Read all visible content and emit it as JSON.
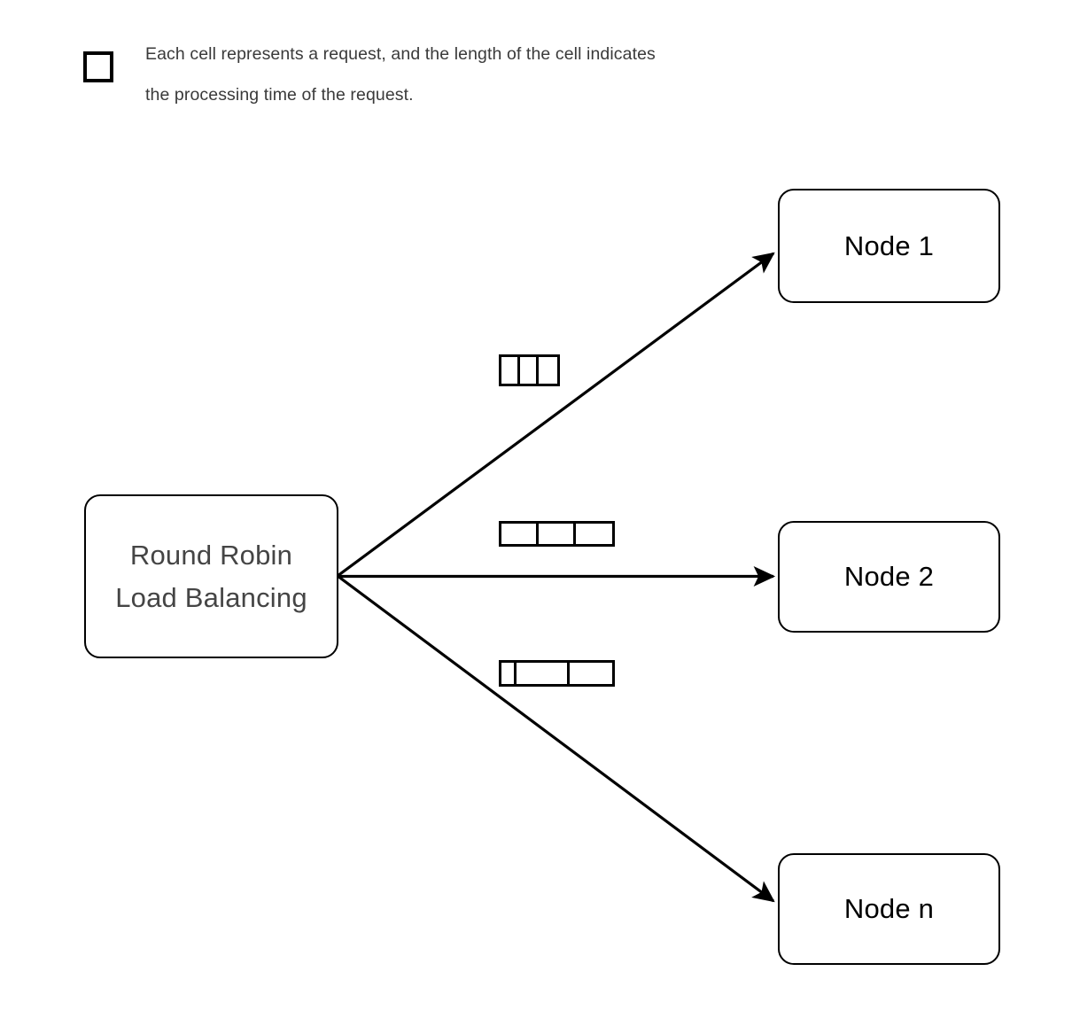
{
  "diagram": {
    "type": "flow-diagram",
    "title": "Round Robin Load Balancing",
    "background_color": "#ffffff",
    "stroke_color": "#000000",
    "legend": {
      "swatch_icon": "square-outline-icon",
      "caption": "Each cell represents a request, and the length of the cell indicates\nthe processing time of the request.",
      "text_color": "#3a3a3a"
    },
    "source": {
      "label_line1": "Round Robin",
      "label_line2": "Load Balancing",
      "text_color": "#454545"
    },
    "nodes": [
      {
        "id": "node-1",
        "label": "Node 1"
      },
      {
        "id": "node-2",
        "label": "Node 2"
      },
      {
        "id": "node-n",
        "label": "Node n"
      }
    ],
    "edges": [
      {
        "from": "Round Robin Load Balancing",
        "to": "Node 1",
        "direction": "up-right",
        "arrowhead": true
      },
      {
        "from": "Round Robin Load Balancing",
        "to": "Node 2",
        "direction": "right",
        "arrowhead": true
      },
      {
        "from": "Round Robin Load Balancing",
        "to": "Node n",
        "direction": "down-right",
        "arrowhead": true
      }
    ],
    "queues": [
      {
        "id": "queue-node-1",
        "for_node": "Node 1",
        "cell_count": 3,
        "cell_widths": [
          23,
          23,
          23
        ],
        "total_width": 69
      },
      {
        "id": "queue-node-2",
        "for_node": "Node 2",
        "cell_count": 3,
        "cell_widths": [
          44,
          44,
          43
        ],
        "total_width": 131
      },
      {
        "id": "queue-node-n",
        "for_node": "Node n",
        "cell_count": 3,
        "cell_widths": [
          18,
          63,
          50
        ],
        "total_width": 131
      }
    ]
  }
}
